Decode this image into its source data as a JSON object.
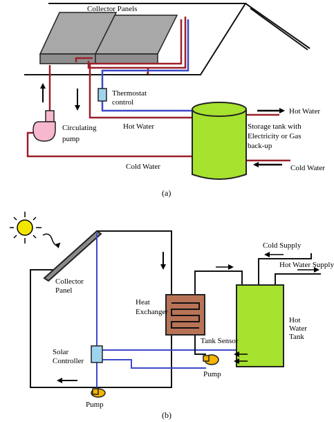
{
  "diagram_a": {
    "caption": "(a)",
    "labels": {
      "collector_panels": "Collector Panels",
      "thermostat_line1": "Thermostat",
      "thermostat_line2": "control",
      "circulating_line1": "Circulating",
      "circulating_line2": "pump",
      "hot_water_pipe": "Hot Water",
      "cold_water_pipe": "Cold Water",
      "hot_water_out": "Hot Water",
      "cold_water_in": "Cold Water",
      "storage_line1": "Storage tank with",
      "storage_line2": "Electricity or Gas",
      "storage_line3": "back-up"
    },
    "colors": {
      "hot_pipe": "#9b1f2a",
      "cold_pipe": "#3b48c9",
      "tank": "#a6e22e",
      "panel": "#a8a8a8",
      "pump": "#f6b7cf",
      "thermostat": "#9fd4ef"
    }
  },
  "diagram_b": {
    "caption": "(b)",
    "labels": {
      "collector_line1": "Collector",
      "collector_line2": "Panel",
      "heat_line1": "Heat",
      "heat_line2": "Exchanger",
      "cold_supply": "Cold Supply",
      "hot_water_supply": "Hot Water Supply",
      "tank_line1": "Hot",
      "tank_line2": "Water",
      "tank_line3": "Tank",
      "tank_sensor": "Tank Sensor",
      "solar_line1": "Solar",
      "solar_line2": "Controller",
      "pump_right": "Pump",
      "pump_bottom": "Pump"
    },
    "colors": {
      "sun": "#f2e600",
      "pipe": "#111111",
      "sensor_wire": "#3b48c9",
      "heat_exchanger": "#b87356",
      "tank": "#a6e22e",
      "pump": "#f5b400",
      "controller": "#9fd4ef"
    }
  }
}
